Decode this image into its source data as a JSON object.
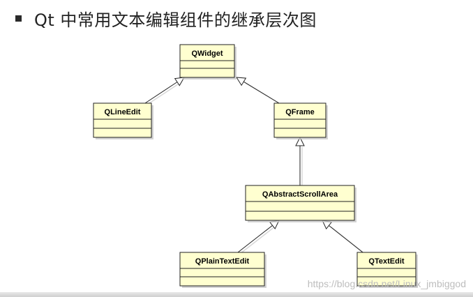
{
  "heading": {
    "bullet_icon": "square-bullet-icon",
    "title": "Qt 中常用文本编辑组件的继承层次图"
  },
  "diagram": {
    "type": "uml-class-inheritance",
    "box_fill": "#ffffd0",
    "shadow_color": "#c8c8c8",
    "classes": [
      {
        "id": "qwidget",
        "name": "QWidget"
      },
      {
        "id": "qlineedit",
        "name": "QLineEdit"
      },
      {
        "id": "qframe",
        "name": "QFrame"
      },
      {
        "id": "qabstractscrollarea",
        "name": "QAbstractScrollArea"
      },
      {
        "id": "qplaintextedit",
        "name": "QPlainTextEdit"
      },
      {
        "id": "qtextedit",
        "name": "QTextEdit"
      }
    ],
    "inheritance": [
      {
        "child": "qlineedit",
        "parent": "qwidget"
      },
      {
        "child": "qframe",
        "parent": "qwidget"
      },
      {
        "child": "qabstractscrollarea",
        "parent": "qframe"
      },
      {
        "child": "qplaintextedit",
        "parent": "qabstractscrollarea"
      },
      {
        "child": "qtextedit",
        "parent": "qabstractscrollarea"
      }
    ]
  },
  "watermark": "https://blog.csdn.net/Linux_jmbiggod"
}
